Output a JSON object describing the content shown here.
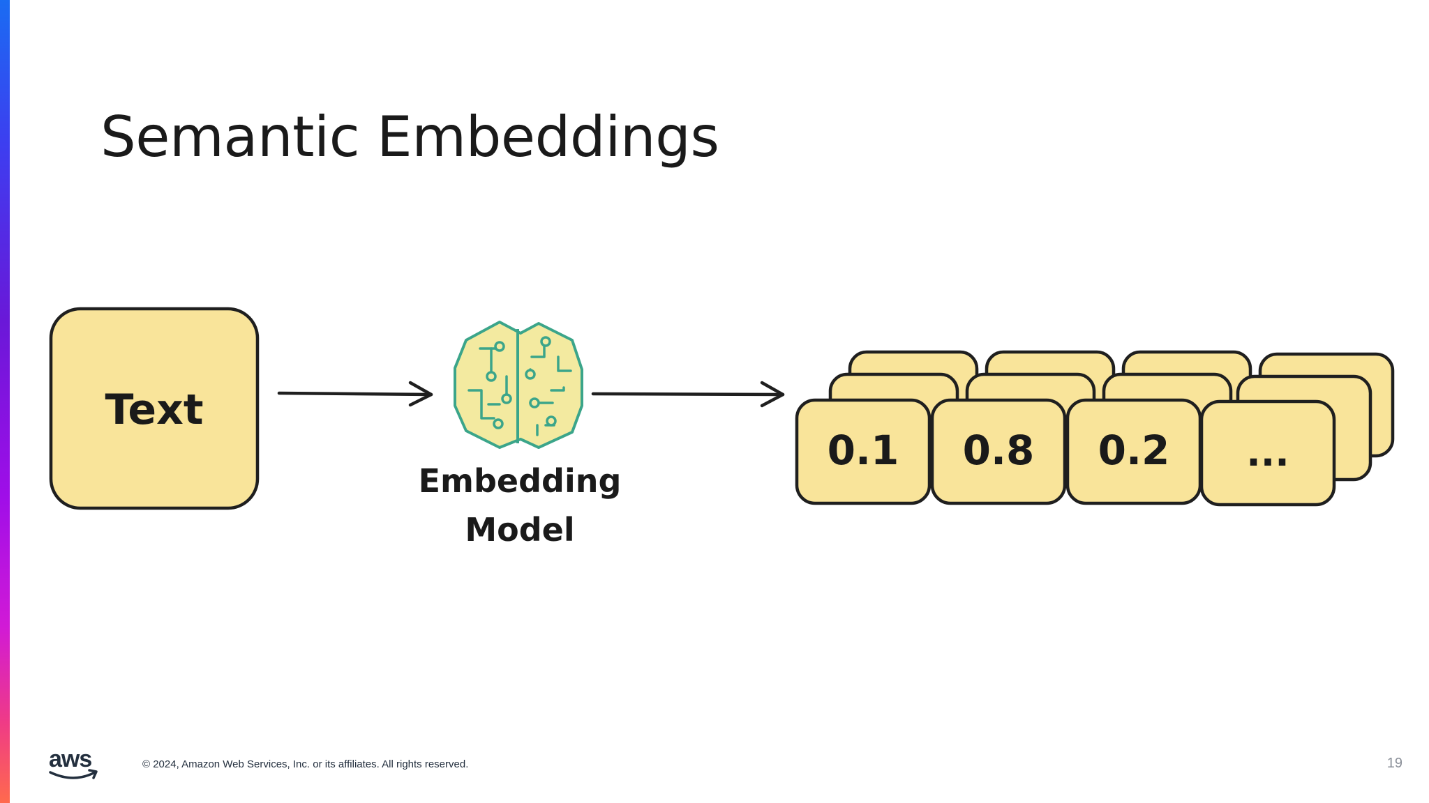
{
  "slide": {
    "title": "Semantic Embeddings",
    "footer": "© 2024, Amazon Web Services, Inc. or its affiliates. All rights reserved.",
    "page_number": "19",
    "logo_text": "aws"
  },
  "diagram": {
    "input_label": "Text",
    "model_label_line1": "Embedding",
    "model_label_line2": "Model",
    "vector_values": [
      "0.1",
      "0.8",
      "0.2",
      "..."
    ],
    "colors": {
      "box_fill": "#f9e49a",
      "stroke": "#1f1f1f",
      "brain_fill": "#f3eaa0",
      "brain_stroke": "#3ba58a",
      "accent_gradient": [
        "#1a6cf2",
        "#6a18d8",
        "#d11ad6",
        "#ff6a4d"
      ]
    }
  }
}
